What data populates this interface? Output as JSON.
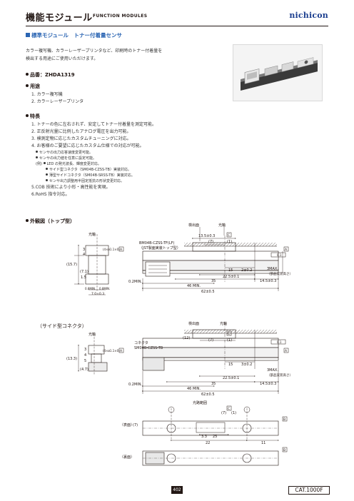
{
  "header": {
    "title_jp": "機能モジュール",
    "title_en": "FUNCTION MODULES",
    "brand": "nichicon"
  },
  "section": {
    "title": "標準モジュール　トナー付着量センサ",
    "intro": [
      "カラー複写機、カラーレーザープリンタなど、印刷時のトナー付着量を",
      "検出する用途にご使用いただけます。"
    ]
  },
  "part_number": {
    "label": "品番：ZHDA1319"
  },
  "applications": {
    "heading": "用途",
    "items": [
      "1. カラー複写機",
      "2. カラーレーザープリンタ"
    ]
  },
  "features": {
    "heading": "特長",
    "items": [
      "1. トナーの色に左右されず、安定してトナー付着量を測定可能。",
      "2. 正反射光量に比例したアナログ電圧を出力可能。",
      "3. 検測定物に応じたカスタムチューニングに対応。",
      "4. お客様のご要望に応じたカスタム仕様での対応が可能。"
    ],
    "sub_items": [
      "センサの出力応答速度変更可能。",
      "センサの出力値を任意に設定可能。"
    ],
    "example_label": "(例)",
    "examples": [
      "LED の発光波長、輝度変更対応。",
      "サイド型コネクタ（SM04B-CZSS-TB）実装対応。",
      "薄型サイドコネクタ（SM04B-SRSS-TB）実装対応。",
      "センサ出力調整用半固定抵抗の形状変更対応。"
    ],
    "items_tail": [
      "5.COB 技術により小形・高性能を実現。",
      "6.RoHS 指令対応。"
    ]
  },
  "outline": {
    "heading": "外観図（トップ型）",
    "side_heading": "（サイド型コネクタ）",
    "top": {
      "detect_label": "検出面",
      "light_axis": "光軸",
      "connector": "BM04B-CZSS-TF(LF)",
      "connector_note": "（JST製面実装トップ型）",
      "dim_13": "13.5±0.3",
      "dim_7": "(7)",
      "dim_1": "(1)",
      "dim_c": "C",
      "dim_157": "(15.7)",
      "dim_71": "(7.1)",
      "dim_1_5": "1.5",
      "dim_s": "3",
      "dim_4": "4",
      "dim_note": "(4×ø1.1×0)",
      "dim_sur": "光軸",
      "dim_15": "15",
      "dim_2": "2±0.2",
      "dim_22": "22.5±0.1",
      "dim_35": "35",
      "dim_14": "14.5±0.3",
      "dim_min02": "0.2MIN.",
      "dim_46": "46 MIN.",
      "dim_62": "62±0.5",
      "dim_0_8": "0.8MIN.",
      "dim_0_9": "0.8MIN.",
      "dim_7_0": "7.0±0.3",
      "dim_3max": "3MAX.",
      "dim_3max_note": "（部品実装高さ）",
      "tol_box": "0.1",
      "datum_a": "A"
    },
    "side": {
      "detect_label": "検出面",
      "light_axis": "光軸",
      "connector_label": "コネクタ",
      "connector": "SM04B-CZSS-TB",
      "dim_12": "(12)",
      "dim_7": "(7)",
      "dim_1": "(1)",
      "dim_c": "C",
      "dim_133": "(13.3)",
      "dim_47": "(4.7)",
      "dim_s": "3",
      "dim_4": "4",
      "dim_5": "5",
      "dim_note": "(4×ø1.1×0)",
      "dim_15": "15",
      "dim_3": "3±0.2",
      "dim_22": "22.5±0.1",
      "dim_35": "35",
      "dim_14": "14.5±0.3",
      "dim_min02": "0.2MIN.",
      "dim_46": "46 MIN.",
      "dim_62": "62±0.5",
      "dim_3max": "3MAX.",
      "dim_3max_note": "（部品実装高さ）",
      "tol_box": "0.1",
      "datum_a": "A",
      "mount_label": "光路範囲",
      "dim_7b": "(7)",
      "dim_1b": "(1)",
      "dim_33": "3.3",
      "dim_25": "25",
      "dim_22b": "22",
      "dim_11": "11",
      "datum_b": "B",
      "front_label": "（表面）",
      "back_label": "（裏面）",
      "dim_7c": "(7)"
    }
  },
  "footer": {
    "page_number": "402",
    "catalog": "CAT.1000F"
  }
}
